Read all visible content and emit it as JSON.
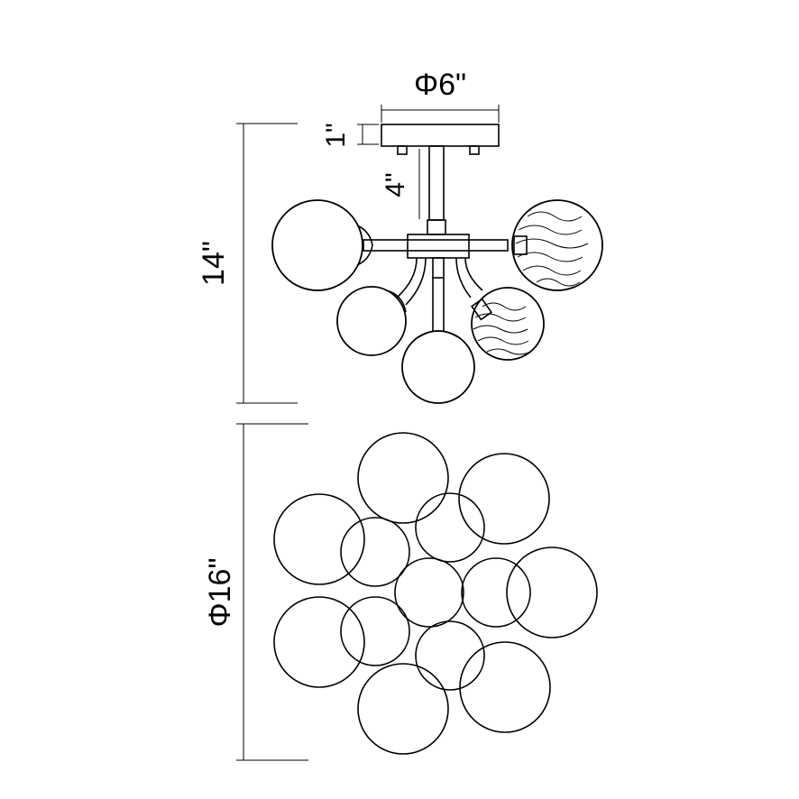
{
  "title": "Chandelier dimension drawing",
  "dimensions": {
    "canopy_diameter": "Φ6\"",
    "canopy_height": "1\"",
    "stem_length": "4\"",
    "overall_height": "14\"",
    "overall_diameter": "Φ16\""
  },
  "colors": {
    "line": "#000000",
    "background": "#ffffff"
  }
}
